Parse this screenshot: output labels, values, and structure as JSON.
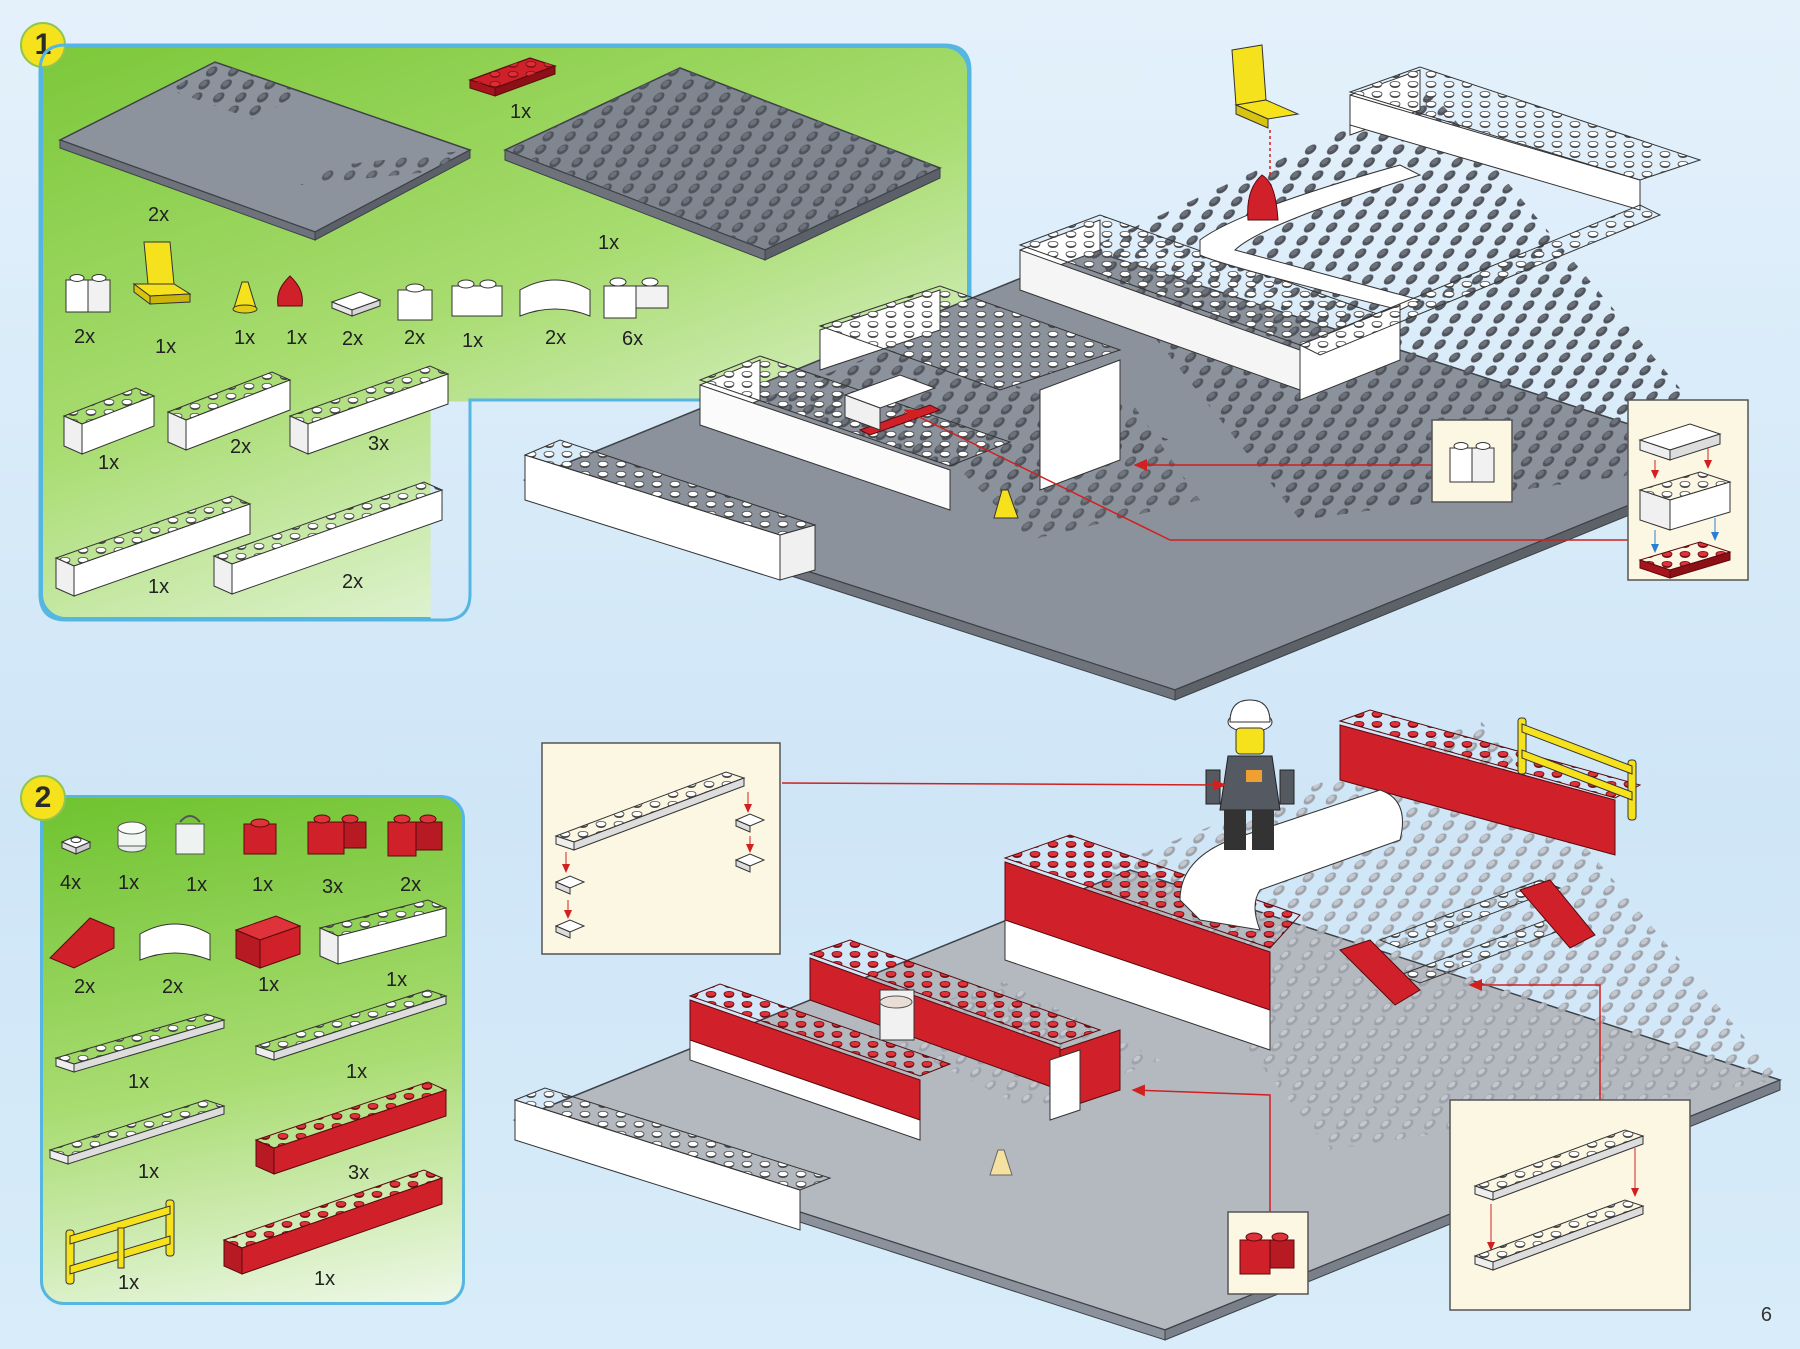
{
  "page_number": "6",
  "steps": [
    {
      "number": "1",
      "parts": [
        {
          "qty": "2x",
          "name": "gray-baseplate-flat"
        },
        {
          "qty": "1x",
          "name": "red-plate-1x4"
        },
        {
          "qty": "1x",
          "name": "gray-baseplate-studded"
        },
        {
          "qty": "2x",
          "name": "white-brick-corner"
        },
        {
          "qty": "1x",
          "name": "yellow-chair"
        },
        {
          "qty": "1x",
          "name": "yellow-cone"
        },
        {
          "qty": "1x",
          "name": "red-flame"
        },
        {
          "qty": "2x",
          "name": "white-tile-1x2"
        },
        {
          "qty": "2x",
          "name": "white-brick-1x1"
        },
        {
          "qty": "1x",
          "name": "white-brick-1x2"
        },
        {
          "qty": "2x",
          "name": "white-brick-round"
        },
        {
          "qty": "6x",
          "name": "white-brick-corner-2"
        },
        {
          "qty": "1x",
          "name": "white-brick-1x4"
        },
        {
          "qty": "2x",
          "name": "white-brick-1x6"
        },
        {
          "qty": "3x",
          "name": "white-brick-1x8"
        },
        {
          "qty": "1x",
          "name": "white-brick-1x10"
        },
        {
          "qty": "2x",
          "name": "white-brick-1x12"
        }
      ]
    },
    {
      "number": "2",
      "parts": [
        {
          "qty": "4x",
          "name": "white-plate-1x1"
        },
        {
          "qty": "1x",
          "name": "transparent-round-1x1"
        },
        {
          "qty": "1x",
          "name": "transparent-clip"
        },
        {
          "qty": "1x",
          "name": "red-brick-1x1"
        },
        {
          "qty": "3x",
          "name": "red-brick-corner"
        },
        {
          "qty": "2x",
          "name": "red-brick-corner-2"
        },
        {
          "qty": "2x",
          "name": "red-slope"
        },
        {
          "qty": "2x",
          "name": "white-round-brick"
        },
        {
          "qty": "1x",
          "name": "red-brick-1x2"
        },
        {
          "qty": "1x",
          "name": "white-brick-1x4"
        },
        {
          "qty": "1x",
          "name": "white-plate-1x8"
        },
        {
          "qty": "1x",
          "name": "white-plate-1x10"
        },
        {
          "qty": "1x",
          "name": "white-plate-1x8-b"
        },
        {
          "qty": "3x",
          "name": "red-brick-1x10"
        },
        {
          "qty": "1x",
          "name": "yellow-fence"
        },
        {
          "qty": "1x",
          "name": "red-brick-1x12"
        }
      ]
    }
  ],
  "colors": {
    "panel_border": "#55b6e2",
    "panel_green": "#7cc83a",
    "badge": "#f5e21d",
    "baseplate": "#8a8f98",
    "stud": "#555a62",
    "brick_white": "#ffffff",
    "brick_red": "#d0202a",
    "accent_yellow": "#f5e21d",
    "arrow_red": "#d02020"
  }
}
